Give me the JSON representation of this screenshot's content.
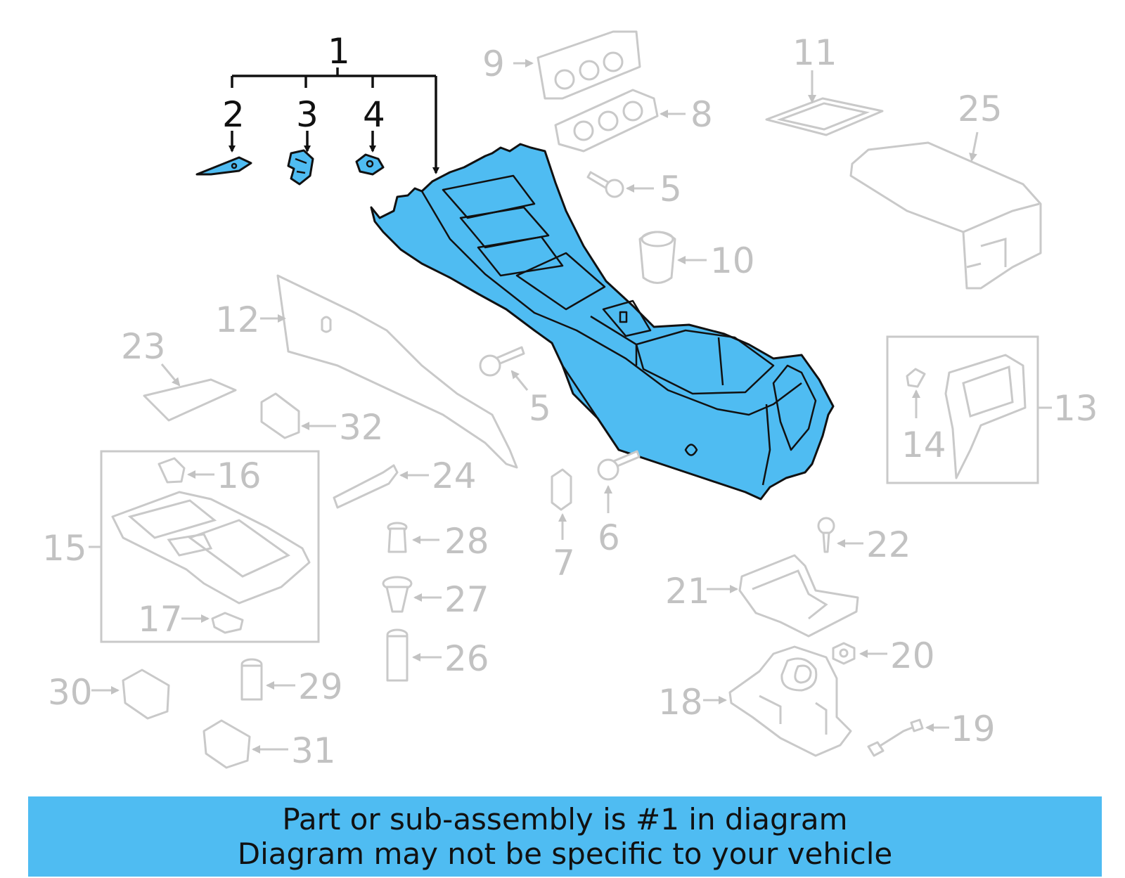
{
  "callouts": {
    "c1": "1",
    "c2": "2",
    "c3": "3",
    "c4": "4",
    "c5a": "5",
    "c5b": "5",
    "c6": "6",
    "c7": "7",
    "c8": "8",
    "c9": "9",
    "c10": "10",
    "c11": "11",
    "c12": "12",
    "c13": "13",
    "c14": "14",
    "c15": "15",
    "c16": "16",
    "c17": "17",
    "c18": "18",
    "c19": "19",
    "c20": "20",
    "c21": "21",
    "c22": "22",
    "c23": "23",
    "c24": "24",
    "c25": "25",
    "c26": "26",
    "c27": "27",
    "c28": "28",
    "c29": "29",
    "c30": "30",
    "c31": "31",
    "c32": "32"
  },
  "banner": {
    "line1": "Part or sub-assembly is #1 in diagram",
    "line2": "Diagram may not be specific to your vehicle"
  },
  "colors": {
    "highlight": "#4fbcf2",
    "outline_gray": "#c9c9c9",
    "label_gray": "#c2c2c2",
    "label_black": "#111111"
  }
}
